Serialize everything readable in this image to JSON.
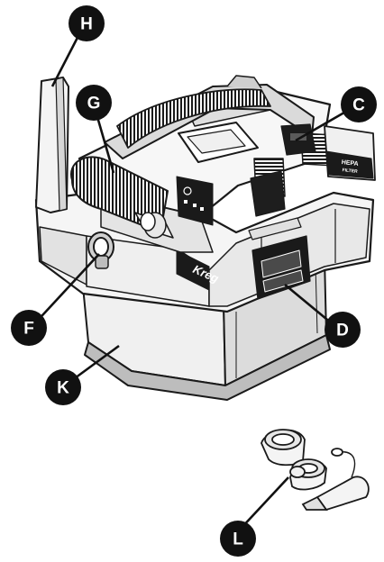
{
  "figure": {
    "brand_logo": "Kreg",
    "filter_badge_top": "HEPA",
    "filter_badge_bottom": "FILTER"
  },
  "callouts": [
    {
      "id": "H",
      "label": "H"
    },
    {
      "id": "G",
      "label": "G"
    },
    {
      "id": "C",
      "label": "C"
    },
    {
      "id": "F",
      "label": "F"
    },
    {
      "id": "D",
      "label": "D"
    },
    {
      "id": "K",
      "label": "K"
    },
    {
      "id": "L",
      "label": "L"
    }
  ],
  "colors": {
    "callout_fill": "#111111",
    "line": "#1a1a1a",
    "body_light": "#f2f2f2",
    "body_mid": "#d9d9d9",
    "body_dark": "#bdbdbd",
    "black": "#141414"
  }
}
